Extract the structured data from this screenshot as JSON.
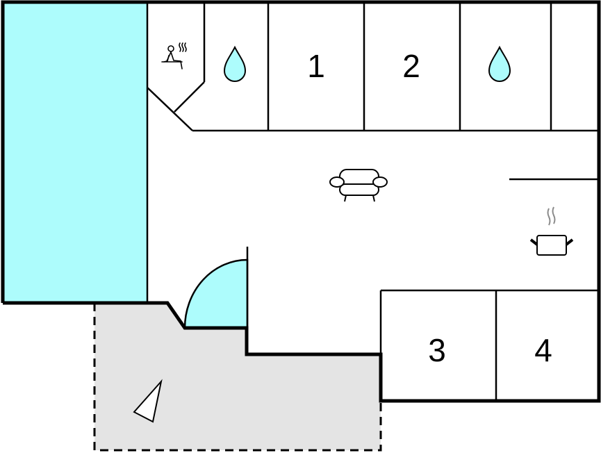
{
  "floorplan": {
    "colors": {
      "wall": "#000000",
      "pool": "#adfcfc",
      "terrace": "#e4e4e4",
      "background": "#ffffff",
      "steam": "#8a8a8a"
    },
    "rooms": [
      {
        "id": "bedroom-1",
        "label": "1"
      },
      {
        "id": "bedroom-2",
        "label": "2"
      },
      {
        "id": "bedroom-3",
        "label": "3"
      },
      {
        "id": "bedroom-4",
        "label": "4"
      }
    ],
    "icons": [
      {
        "name": "sauna-icon",
        "room": "sauna"
      },
      {
        "name": "water-drop-icon",
        "room": "bathroom-left"
      },
      {
        "name": "water-drop-icon",
        "room": "bathroom-right"
      },
      {
        "name": "sofa-icon",
        "room": "living-room"
      },
      {
        "name": "cooking-pot-icon",
        "room": "kitchen"
      },
      {
        "name": "compass-arrow-icon",
        "room": "terrace"
      }
    ],
    "areas": [
      "pool",
      "sauna",
      "bathroom-left",
      "bedroom-1",
      "bedroom-2",
      "bathroom-right",
      "closet",
      "living-room",
      "kitchen",
      "entrance-door",
      "bedroom-3",
      "bedroom-4",
      "terrace"
    ]
  }
}
